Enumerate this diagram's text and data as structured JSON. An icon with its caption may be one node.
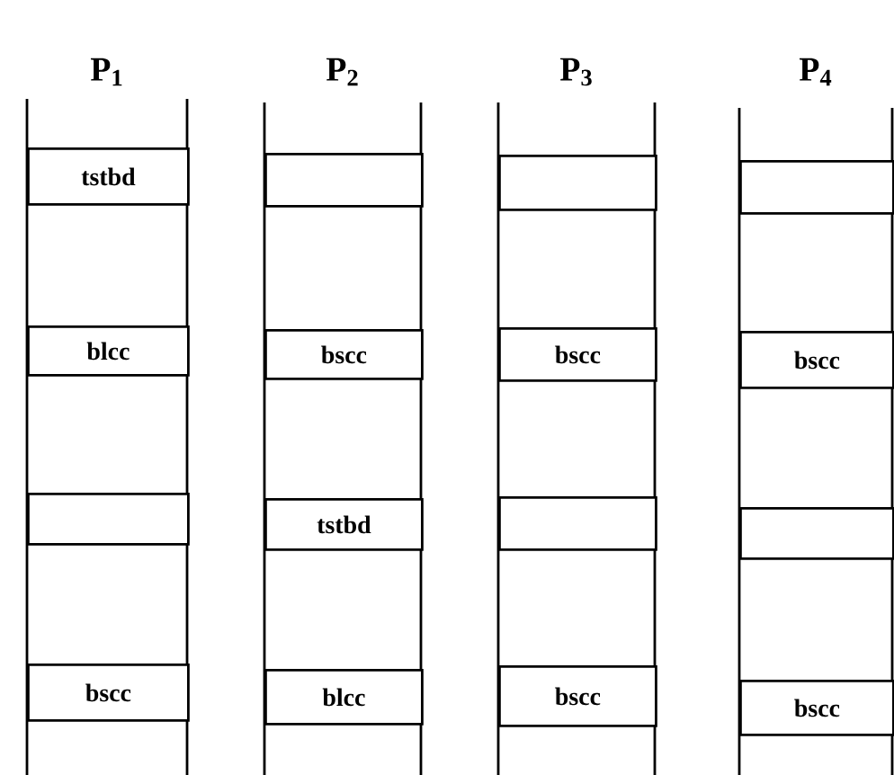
{
  "diagram": {
    "nodes": [
      {
        "text": [
          "tstbd"
        ]
      },
      {
        "text": [],
        "shape": "box"
      },
      {
        "text": [],
        "shape": "box"
      },
      {
        "text": [],
        "shape": "box"
      },
      {
        "text": [
          "blcc"
        ]
      },
      {
        "text": [
          "bscc"
        ]
      },
      {
        "text": [
          "bscc"
        ]
      },
      {
        "text": [
          "bscc"
        ]
      },
      {
        "text": [],
        "shape": "box"
      },
      {
        "text": [
          "tstbd"
        ]
      },
      {
        "text": [],
        "shape": "box"
      },
      {
        "text": [],
        "shape": "box"
      },
      {
        "text": [
          "bscc"
        ]
      },
      {
        "text": [
          "blcc"
        ]
      },
      {
        "text": [
          "bscc"
        ]
      },
      {
        "text": [
          "bscc"
        ]
      }
    ],
    "labels": [
      "P$_{1}$",
      "P$_{2}$",
      "P$_{3}$",
      "P$_{4}$"
    ]
  }
}
